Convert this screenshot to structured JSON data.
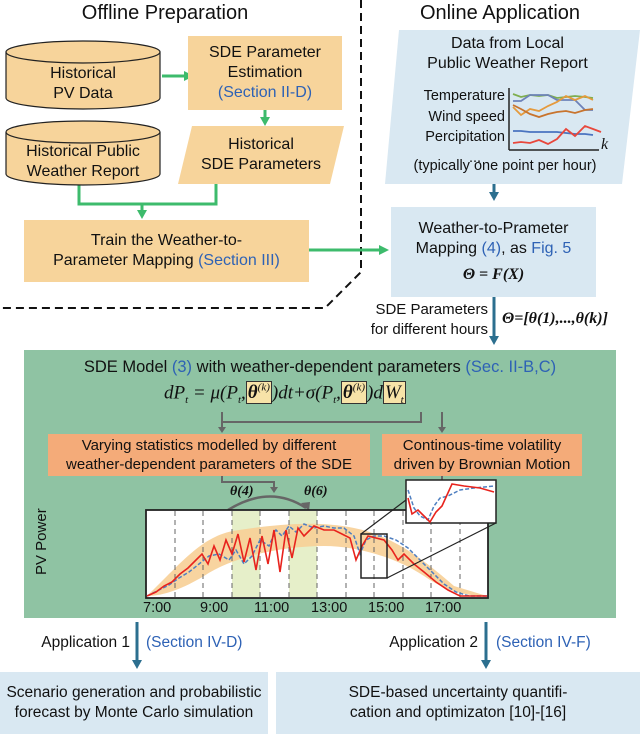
{
  "offline": {
    "heading": "Offline Preparation",
    "pv_data": {
      "line1": "Historical",
      "line2": "PV Data"
    },
    "weather_report": {
      "line1": "Historical Public",
      "line2": "Weather Report"
    },
    "sde_estimation": {
      "line1": "SDE Parameter",
      "line2": "Estimation",
      "ref": "(Section II-D)"
    },
    "historical_params": {
      "line1": "Historical",
      "line2": "SDE Parameters"
    },
    "train_mapping": {
      "line1": "Train the Weather-to-",
      "line2": "Parameter Mapping",
      "ref": "(Section III)"
    }
  },
  "online": {
    "heading": "Online Application",
    "data_box": {
      "line1": "Data from Local",
      "line2": "Public Weather Report",
      "labels": [
        "Temperature",
        "Wind speed",
        "Percipitation",
        "..."
      ],
      "axis_label": "k",
      "footnote": "(typically one point per hour)"
    },
    "mapping_box": {
      "line1": "Weather-to-Prameter",
      "line2_pre": "Mapping ",
      "line2_ref": "(4)",
      "line2_mid": ", as ",
      "line2_fig": "Fig. 5",
      "formula": "Θ = F(X)"
    },
    "params_label": {
      "line1": "SDE Parameters",
      "line2": "for different hours"
    },
    "params_formula": "Θ=[θ(1),...,θ(k)]"
  },
  "sde_panel": {
    "title_pre": "SDE Model ",
    "title_ref": "(3)",
    "title_mid": " with weather-dependent parameters ",
    "title_sec": "(Sec. II-B,C)",
    "equation": {
      "lhs": "dP",
      "sub_t": "t",
      "eq": " = μ(P",
      "theta": "θ",
      "sup_k": "(k)",
      "dt": ")dt+σ(P",
      "dW": ")d",
      "W": "W"
    },
    "varying_box": {
      "line1": "Varying statistics modelled by different",
      "line2": "weather-dependent parameters of the SDE"
    },
    "volatility_box": {
      "line1": "Continous-time volatility",
      "line2": "driven by Brownian Motion"
    },
    "theta4": "θ(4)",
    "theta6": "θ(6)",
    "plot": {
      "ylabel": "PV Power",
      "xticks": [
        "7:00",
        "9:00",
        "11:00",
        "13:00",
        "15:00",
        "17:00"
      ]
    }
  },
  "applications": [
    {
      "label": "Application 1",
      "ref": "(Section IV-D)",
      "line1": "Scenario generation and probabilistic",
      "line2": "forecast by Monte Carlo simulation"
    },
    {
      "label": "Application 2",
      "ref": "(Section IV-F)",
      "line1": "SDE-based uncertainty quantifi-",
      "line2": "cation and optimizaton [10]-[16]"
    }
  ],
  "colors": {
    "orange_box": "#f7d49b",
    "blue_box": "#d9e8f2",
    "green_panel": "#8fc3a3",
    "salmon_box": "#f4ab79",
    "green_arrow": "#3dbb6c",
    "teal_arrow": "#2c6f8f",
    "ref_blue": "#2e62b5",
    "pv_red": "#e8231d",
    "pv_blue_dashed": "#4f7fc0",
    "band_orange": "#f7cf96"
  }
}
